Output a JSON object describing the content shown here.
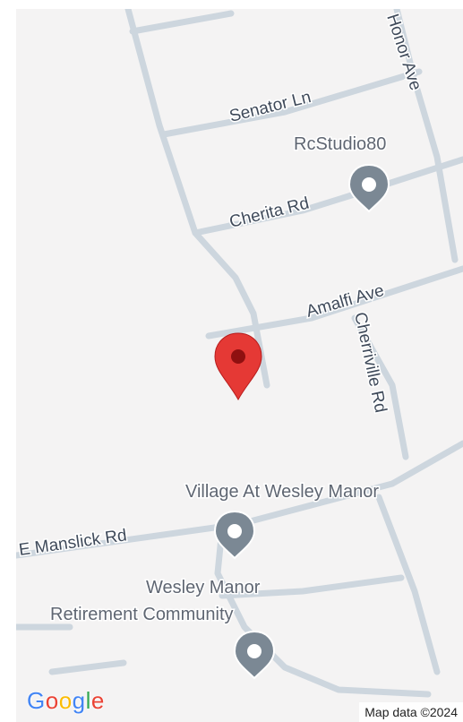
{
  "map": {
    "streets": {
      "honor_ave": "Honor Ave",
      "senator_ln": "Senator Ln",
      "cherita_rd": "Cherita Rd",
      "amalfi_ave": "Amalfi Ave",
      "cherriville_rd": "Cherriville Rd",
      "e_manslick_rd": "E Manslick Rd"
    },
    "places": {
      "rcstudio": "RcStudio80",
      "village": "Village At Wesley Manor",
      "wesley_line1": "Wesley Manor",
      "wesley_line2": "Retirement Community"
    },
    "marker_icon": "red-location-pin",
    "poi_icon": "gray-place-pin",
    "colors": {
      "background": "#f4f3f3",
      "road": "#cdd6de",
      "marker": "#e53935",
      "poi": "#7b8894"
    }
  },
  "footer": {
    "logo_letters": [
      "G",
      "o",
      "o",
      "g",
      "l",
      "e"
    ],
    "logo_colors": [
      "#4285F4",
      "#EA4335",
      "#FBBC05",
      "#4285F4",
      "#34A853",
      "#EA4335"
    ],
    "attribution": "Map data ©2024"
  }
}
